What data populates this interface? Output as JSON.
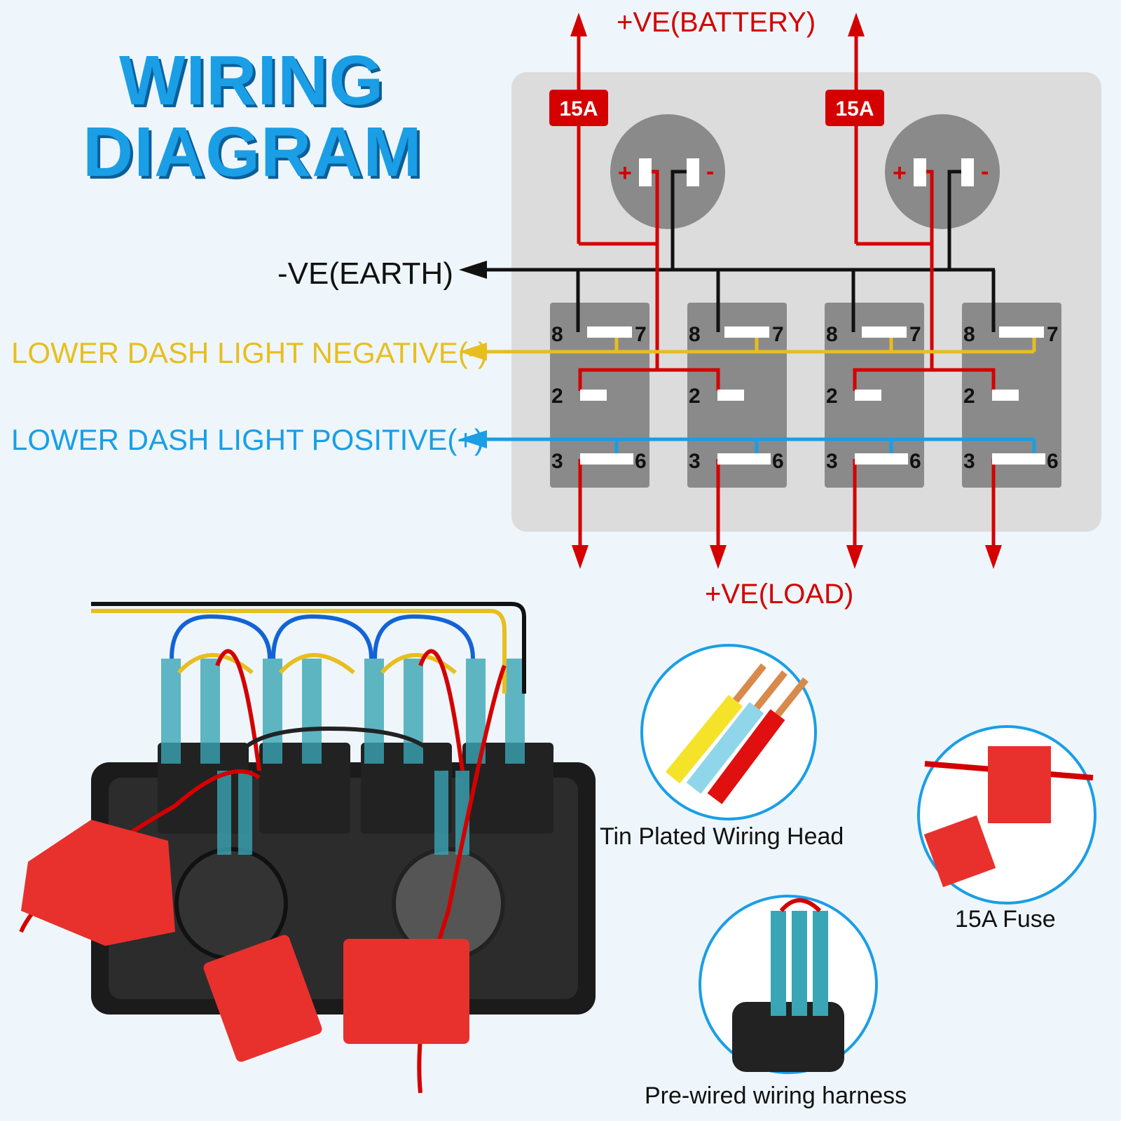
{
  "title": {
    "line1": "WIRING",
    "line2": "DIAGRAM"
  },
  "labels": {
    "battery": "+VE(BATTERY)",
    "load": "+VE(LOAD)",
    "earth": "-VE(EARTH)",
    "dash_negative": "LOWER DASH LIGHT NEGATIVE(-)",
    "dash_positive": "LOWER DASH LIGHT POSITIVE(+)"
  },
  "fuses": [
    "15A",
    "15A"
  ],
  "sockets": [
    {
      "plus": "+",
      "minus": "-"
    },
    {
      "plus": "+",
      "minus": "-"
    }
  ],
  "switch_pins": {
    "p8": "8",
    "p7": "7",
    "p2": "2",
    "p3": "3",
    "p6": "6"
  },
  "callouts": {
    "wiring_head": "Tin Plated Wiring Head",
    "fuse": "15A Fuse",
    "harness": "Pre-wired wiring harness"
  },
  "colors": {
    "accent_blue": "#1a9ee6",
    "red": "#d40000",
    "yellow": "#e8be1f",
    "black": "#111111",
    "panel_gray": "#dcdcdc",
    "switch_gray": "#8a8a8a"
  }
}
